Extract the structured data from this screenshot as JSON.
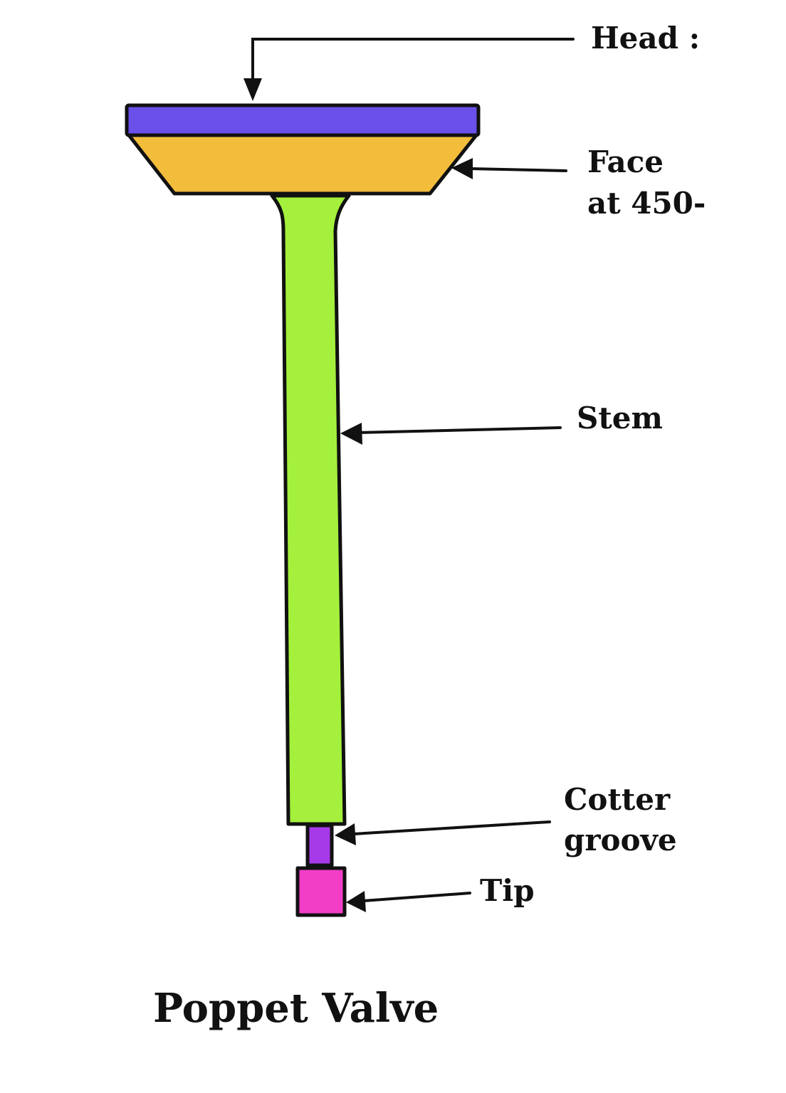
{
  "title": "Poppet Valve",
  "labels": {
    "head": "Head :",
    "face_line1": "Face",
    "face_line2": "at 450-",
    "stem": "Stem",
    "cotter_line1": "Cotter",
    "cotter_line2": "groove",
    "tip": "Tip"
  },
  "colors": {
    "head": "#6a4fe8",
    "face": "#f3bd3c",
    "stem": "#a4f03c",
    "cotter_groove": "#a63ae8",
    "tip": "#f23ec6"
  }
}
